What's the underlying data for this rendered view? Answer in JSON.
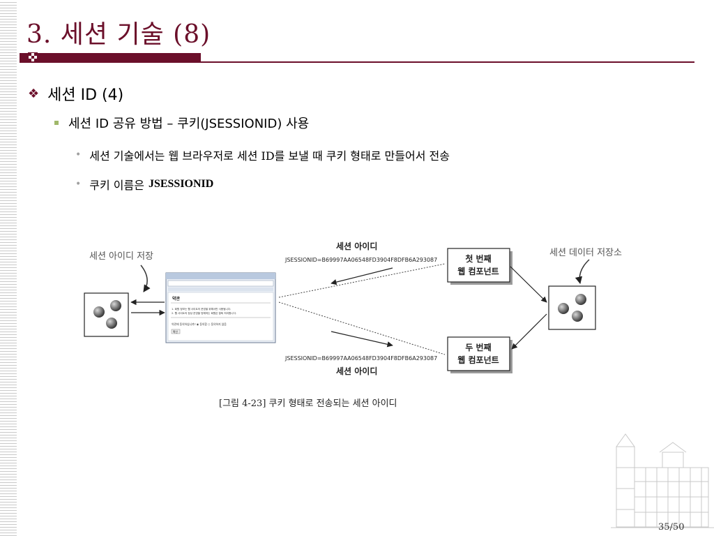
{
  "slide": {
    "title": "3. 세션 기술 (8)",
    "level1": "세션 ID (4)",
    "level2": "세션 ID 공유 방법 – 쿠키(JSESSIONID) 사용",
    "level3a": "세션 기술에서는 웹 브라우저로 세션 ID를 보낼 때 쿠키 형태로 만들어서 전송",
    "level3b_prefix": "쿠키 이름은",
    "level3b_bold": "JSESSIONID",
    "page": "35/50"
  },
  "figure": {
    "label_left": "세션 아이디 저장",
    "label_right": "세션 데이터 저장소",
    "session_label_top": "세션 아이디",
    "session_label_bottom": "세션 아이디",
    "jsession_top": "JSESSIONID=B69997AA06548FD3904F8DFB6A293087",
    "jsession_bottom": "JSESSIONID=B69997AA06548FD3904F8DFB6A293087",
    "comp1_line1": "첫 번째",
    "comp1_line2": "웹 컴포넌트",
    "comp2_line1": "두 번째",
    "comp2_line2": "웹 컴포넌트",
    "browser_title": "약관",
    "browser_line1": "1. 회원 정보는 웹 사이트의 운영을 위해서만 사용됩니다.",
    "browser_line2": "2. 웹 사이트의 정상 운영을 방해하는 회원은 탈퇴 처리합니다.",
    "browser_q": "약관에 동의하십니까?  ◉ 동의함  ○ 동의하지 않음",
    "browser_btn": "확인",
    "caption": "[그림 4-23] 쿠키 형태로 전송되는 세션 아이디"
  },
  "colors": {
    "accent": "#6b0f2a",
    "bullet_square": "#a0b86a"
  }
}
